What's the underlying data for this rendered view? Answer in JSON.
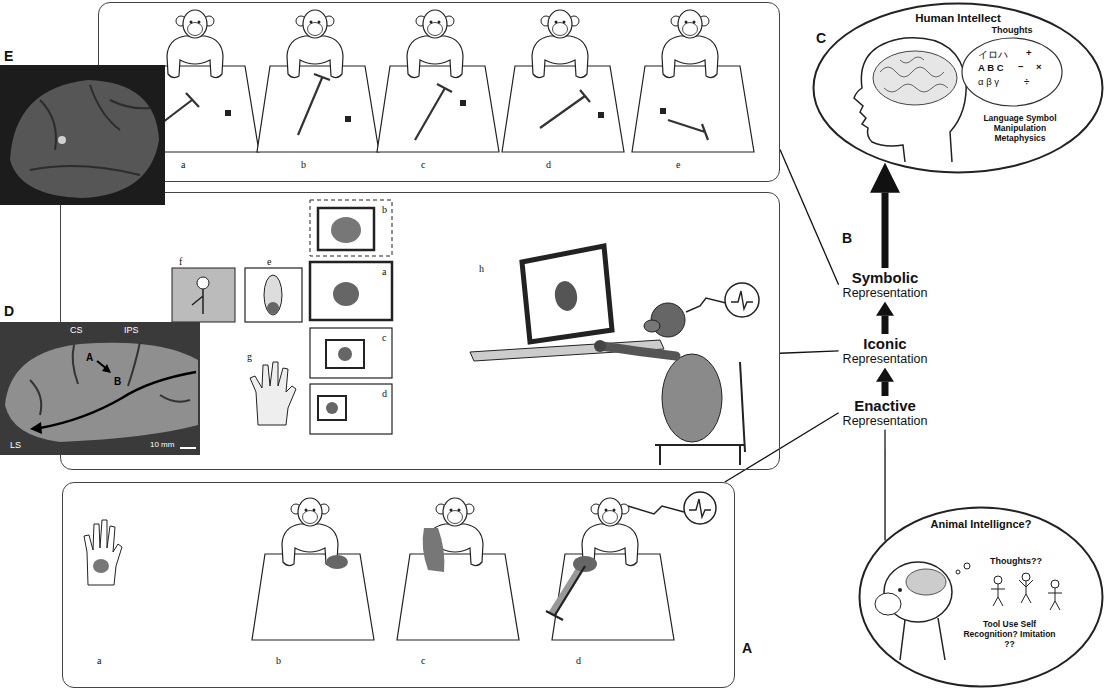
{
  "diagram": {
    "nodes": [
      {
        "text": [
          "a",
          "b",
          "c",
          "d",
          "e"
        ]
      },
      {
        "text": [
          "Human Intellect",
          "Thoughts",
          "イロハ",
          "+",
          "A B C",
          "−",
          "×",
          "α β γ",
          "÷",
          "Language Symbol Manipulation Metaphysics"
        ]
      },
      {
        "text": [
          "b",
          "f",
          "e",
          "a",
          "h",
          "c",
          "g",
          "d"
        ]
      },
      {
        "text": [
          "Symbolic",
          "Representation"
        ]
      },
      {
        "text": [
          "Iconic",
          "Representation"
        ]
      },
      {
        "text": [
          "Enactive",
          "Representation"
        ]
      },
      {
        "text": [
          "a",
          "b",
          "c",
          "d"
        ]
      },
      {
        "text": [
          "Animal Intellignce?",
          "Thoughts??",
          "Tool Use Self Recognition? Imitation ??"
        ]
      }
    ],
    "edges": [
      {
        "from": 0,
        "to": 3,
        "arrow": "none"
      },
      {
        "from": 2,
        "to": 4,
        "arrow": "none"
      },
      {
        "from": 6,
        "to": 5,
        "arrow": "none"
      },
      {
        "from": 7,
        "to": 5,
        "arrow": "none"
      },
      {
        "from": 5,
        "to": 4,
        "arrow": "to"
      },
      {
        "from": 4,
        "to": 3,
        "arrow": "to"
      },
      {
        "from": 3,
        "to": 1,
        "arrow": "to"
      }
    ],
    "labels": [
      "C",
      "E",
      "B",
      "D",
      "CS",
      "IPS",
      "A",
      "B",
      "LS",
      "10 mm",
      "A"
    ]
  }
}
